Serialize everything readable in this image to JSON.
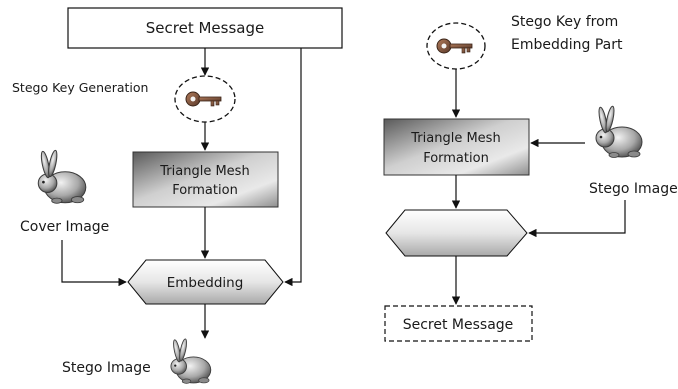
{
  "embedding_part": {
    "secret_message": "Secret Message",
    "stego_key_generation": "Stego Key Generation",
    "mesh_line1": "Triangle Mesh",
    "mesh_line2": "Formation",
    "cover_image": "Cover Image",
    "embedding": "Embedding",
    "stego_image": "Stego Image"
  },
  "extraction_part": {
    "stego_key_line1": "Stego Key from",
    "stego_key_line2": "Embedding Part",
    "mesh_line1": "Triangle Mesh",
    "mesh_line2": "Formation",
    "stego_image": "Stego Image",
    "secret_message": "Secret Message"
  },
  "icons": {
    "key": "key-icon",
    "bunny": "bunny-icon"
  }
}
